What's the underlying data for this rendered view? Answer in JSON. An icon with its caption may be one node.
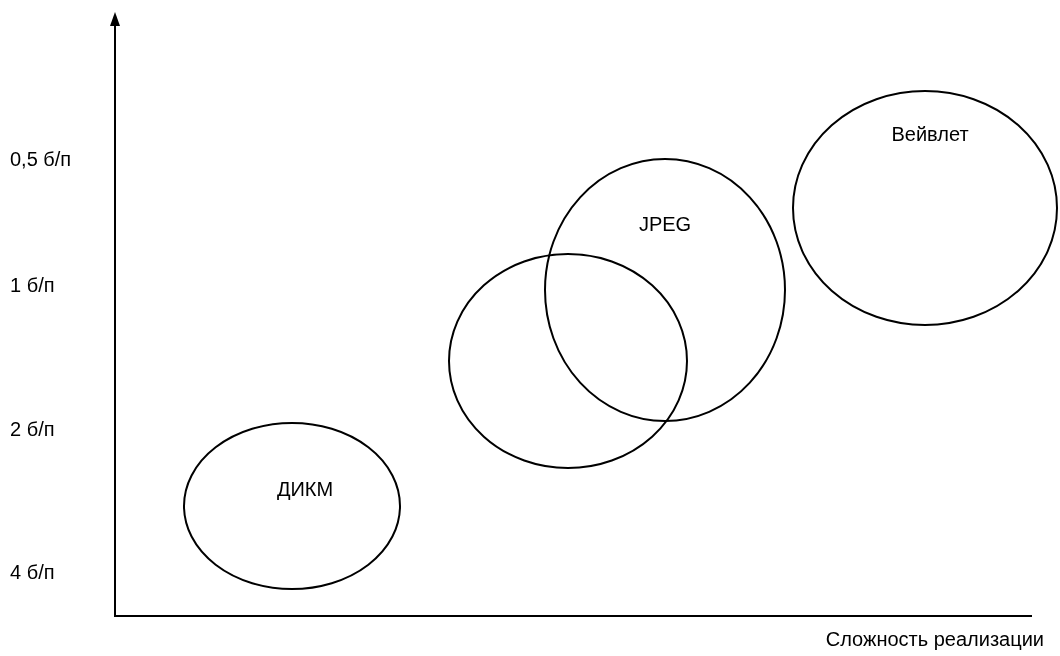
{
  "diagram": {
    "nodes": [
      {
        "text": [
          "ДИКМ"
        ]
      },
      {
        "text": [],
        "shape": "ellipse"
      },
      {
        "text": [
          "JPEG"
        ]
      },
      {
        "text": [
          "Вейвлет"
        ]
      }
    ],
    "labels": [
      "0,5 б/п",
      "1 б/п",
      "2 б/п",
      "4 б/п",
      "Сложность реализации"
    ]
  }
}
